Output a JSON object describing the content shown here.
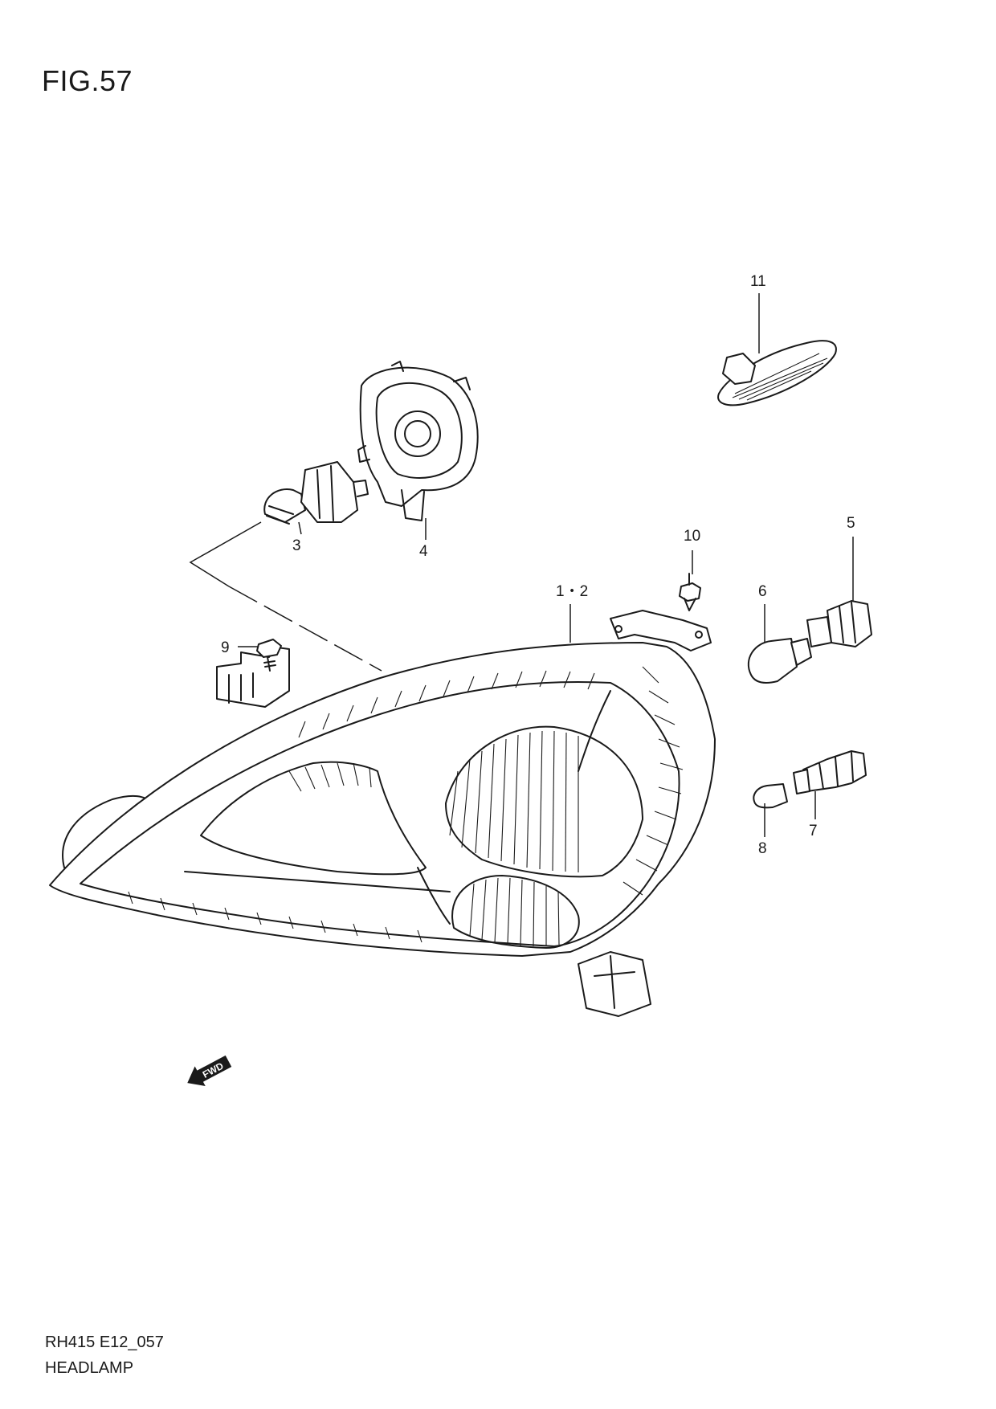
{
  "figure": {
    "title": "FIG.57"
  },
  "footer": {
    "code": "RH415 E12_057",
    "name": "HEADLAMP"
  },
  "callouts": {
    "c1_2": "1・2",
    "c3": "3",
    "c4": "4",
    "c5": "5",
    "c6": "6",
    "c7": "7",
    "c8": "8",
    "c9": "9",
    "c10": "10",
    "c11": "11"
  },
  "fwd_label": "FWD"
}
